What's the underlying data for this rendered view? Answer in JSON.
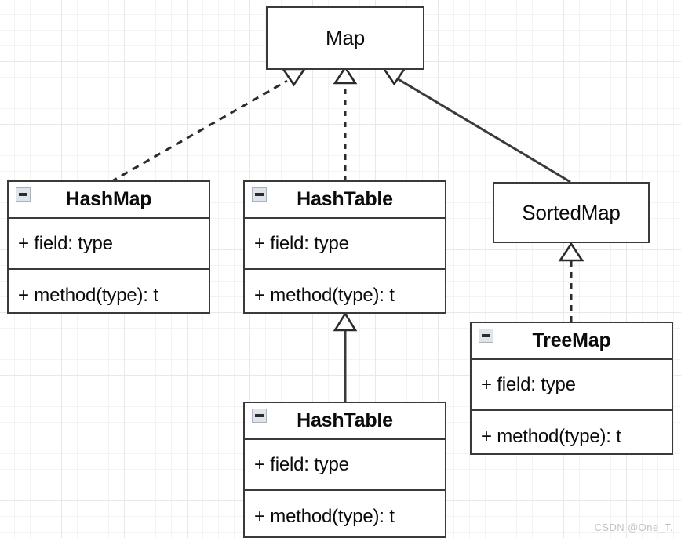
{
  "diagram": {
    "type": "uml-class-diagram",
    "watermark": "CSDN @One_T.",
    "colors": {
      "box_border": "#3a3a3a",
      "box_fill": "#ffffff",
      "text": "#0b0b0b",
      "edge": "#2b2b2b",
      "grid_minor": "#f3f3f3",
      "grid_major": "#e8e8e8",
      "watermark": "#c2c2c2",
      "collapse_button_fill": "#dfe3ea",
      "collapse_button_border": "#a9b2c3"
    },
    "classes": [
      {
        "id": "map",
        "name": "Map",
        "has_collapse_icon": false,
        "compartments": [],
        "bold_title": false
      },
      {
        "id": "hashmap",
        "name": "HashMap",
        "has_collapse_icon": true,
        "collapse_icon": "minus-icon",
        "compartments": [
          "+ field: type",
          "+ method(type): t"
        ],
        "bold_title": true
      },
      {
        "id": "hashtable-top",
        "name": "HashTable",
        "has_collapse_icon": true,
        "collapse_icon": "minus-icon",
        "compartments": [
          "+ field: type",
          "+ method(type): t"
        ],
        "bold_title": true
      },
      {
        "id": "sortedmap",
        "name": "SortedMap",
        "has_collapse_icon": false,
        "compartments": [],
        "bold_title": false
      },
      {
        "id": "treemap",
        "name": "TreeMap",
        "has_collapse_icon": true,
        "collapse_icon": "minus-icon",
        "compartments": [
          "+ field: type",
          "+ method(type): t"
        ],
        "bold_title": true
      },
      {
        "id": "hashtable-bottom",
        "name": "HashTable",
        "has_collapse_icon": true,
        "collapse_icon": "minus-icon",
        "compartments": [
          "+ field: type",
          "+ method(type): t"
        ],
        "bold_title": true
      }
    ],
    "relationships": [
      {
        "id": "hashmap-to-map",
        "from": "hashmap",
        "to": "map",
        "style": "dashed",
        "arrow": "hollow-triangle",
        "kind": "realization"
      },
      {
        "id": "hashtable-to-map",
        "from": "hashtable-top",
        "to": "map",
        "style": "dashed",
        "arrow": "hollow-triangle",
        "kind": "realization"
      },
      {
        "id": "sortedmap-to-map",
        "from": "sortedmap",
        "to": "map",
        "style": "solid",
        "arrow": "hollow-triangle",
        "kind": "generalization"
      },
      {
        "id": "treemap-to-sortedmap",
        "from": "treemap",
        "to": "sortedmap",
        "style": "dashed",
        "arrow": "hollow-triangle",
        "kind": "realization"
      },
      {
        "id": "hashtable-bottom-to-hashtable-top",
        "from": "hashtable-bottom",
        "to": "hashtable-top",
        "style": "solid",
        "arrow": "hollow-triangle",
        "kind": "generalization"
      }
    ]
  }
}
